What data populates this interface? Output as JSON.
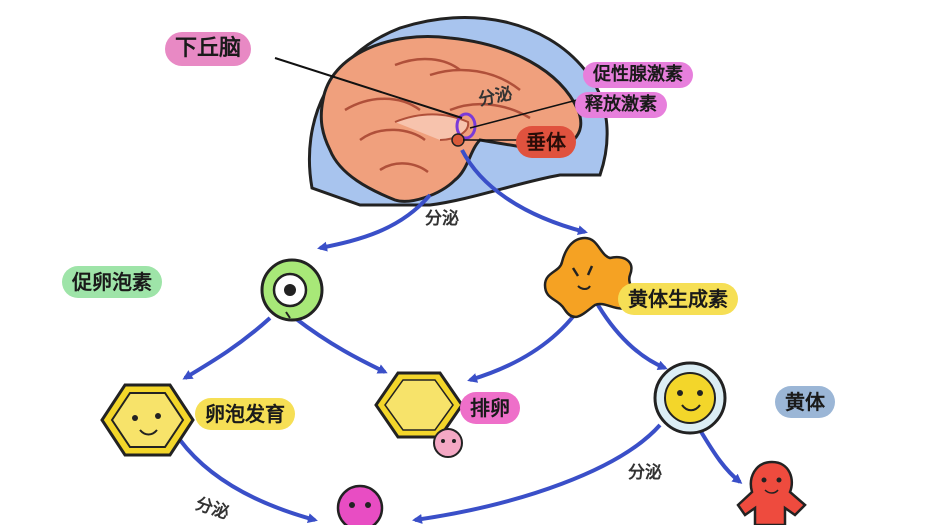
{
  "labels": {
    "hypothalamus": "下丘脑",
    "grh_line1": "促性腺激素",
    "grh_line2": "释放激素",
    "pituitary": "垂体",
    "fsh": "促卵泡素",
    "lh": "黄体生成素",
    "follicle_development": "卵泡发育",
    "ovulation": "排卵",
    "corpus_luteum": "黄体"
  },
  "arrow_labels": {
    "secrete_brain": "分泌",
    "secrete_pituitary": "分泌",
    "secrete_luteum": "分泌",
    "secrete_bottom_left": "分泌"
  },
  "colors": {
    "pink_pill": "#e889c4",
    "magenta_pill": "#e77fdc",
    "red_pill": "#e0523e",
    "green_pill": "#9ee4a8",
    "yellow_pill": "#f6df55",
    "pink_ovulation": "#ee6fc9",
    "blue_pill": "#9bb6d6",
    "arrow": "#3a4fc8",
    "brain": "#f0a07d",
    "skull": "#a8c4ee"
  }
}
